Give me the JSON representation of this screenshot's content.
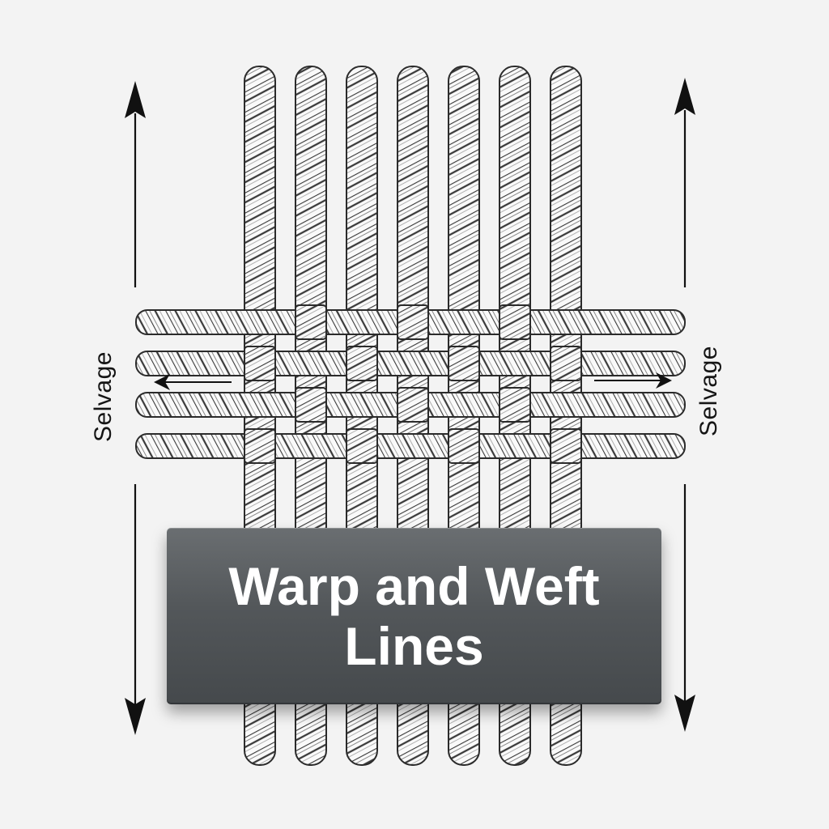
{
  "diagram": {
    "title": "Warp and Weft Lines",
    "selvage_left": "Selvage",
    "selvage_right": "Selvage",
    "warp_thread_count": 7,
    "weft_thread_count": 4,
    "colors": {
      "background": "#f3f3f3",
      "thread_outline": "#2b2b2b",
      "thread_fill": "#fafafa",
      "plate": "#53575a",
      "plate_text": "#ffffff",
      "arrow": "#111111"
    }
  }
}
